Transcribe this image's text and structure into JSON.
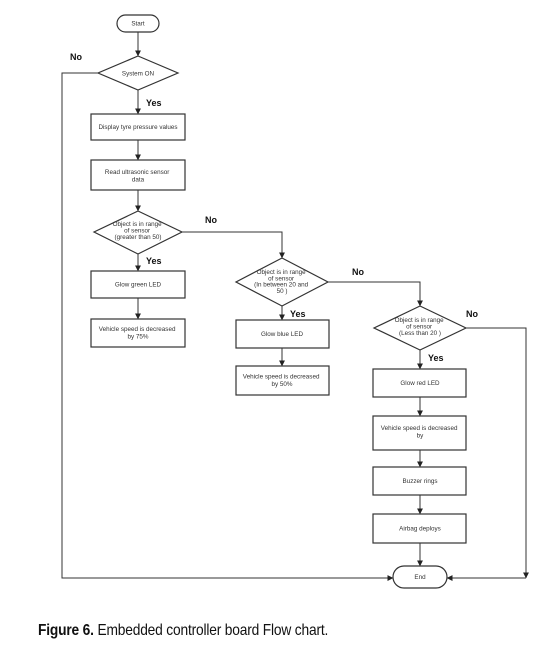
{
  "nodes": {
    "start": "Start",
    "system_on": "System ON",
    "display": "Display tyre pressure values",
    "read_sensor": [
      "Read ultrasonic sensor",
      "data"
    ],
    "range_gt50": [
      "Object is in range",
      "of sensor",
      "(greater than 50)"
    ],
    "green_led": "Glow green LED",
    "speed_75": [
      "Vehicle speed is decreased",
      "by 75%"
    ],
    "range_20_50": [
      "Object is in range",
      "of sensor",
      "(In between 20 and",
      "50 )"
    ],
    "blue_led": "Glow blue LED",
    "speed_50": [
      "Vehicle speed is decreased",
      "by 50%"
    ],
    "range_lt20": [
      "Object is in range",
      "of sensor",
      "(Less than 20 )"
    ],
    "red_led": "Glow red LED",
    "speed_red": [
      "Vehicle speed is decreased",
      "by"
    ],
    "buzzer": "Buzzer rings",
    "airbag": "Airbag deploys",
    "end": "End"
  },
  "edges": {
    "yes": "Yes",
    "no": "No"
  },
  "caption": {
    "label": "Figure 6.",
    "text": " Embedded controller board Flow chart."
  }
}
